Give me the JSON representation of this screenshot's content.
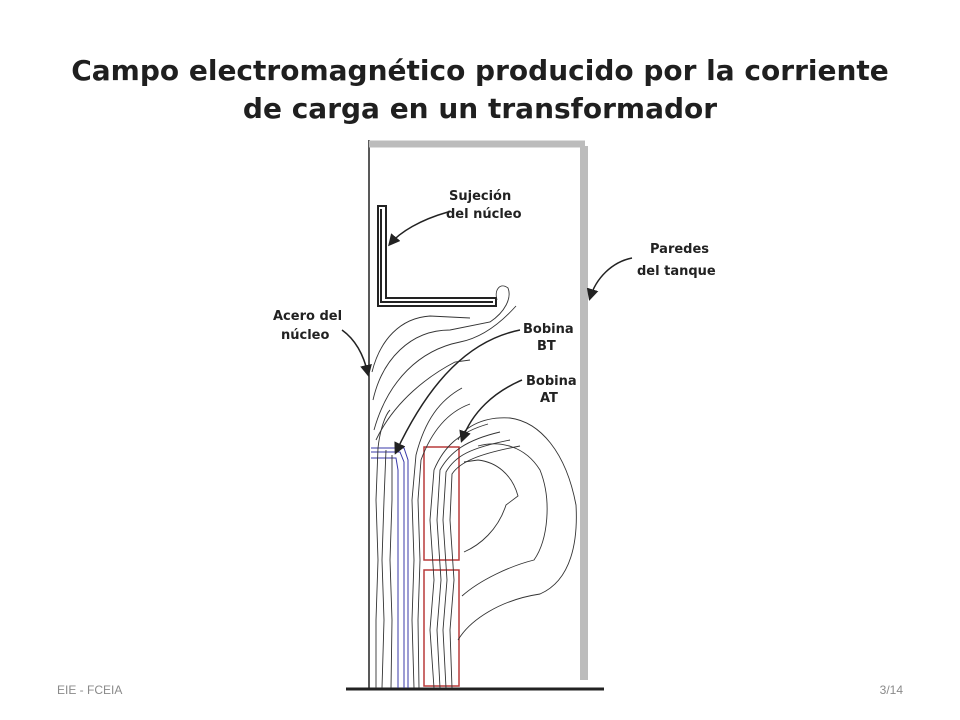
{
  "slide": {
    "title_line1": "Campo electromagnético producido por la corriente",
    "title_line2": "de carga en un transformador",
    "footer_left": "EIE - FCEIA",
    "page_number": "3/14"
  },
  "diagram": {
    "labels": {
      "core_clamp_1": "Sujeción",
      "core_clamp_2": "del núcleo",
      "tank_walls_1": "Paredes",
      "tank_walls_2": "del tanque",
      "core_steel_1": "Acero del",
      "core_steel_2": "núcleo",
      "lv_coil_1": "Bobina",
      "lv_coil_2": "BT",
      "hv_coil_1": "Bobina",
      "hv_coil_2": "AT"
    },
    "colors": {
      "core_outline": "#3a3aa8",
      "coil_outline": "#b83a3a",
      "flux_lines": "#333333",
      "tank_wall": "#bcbcbc"
    }
  }
}
